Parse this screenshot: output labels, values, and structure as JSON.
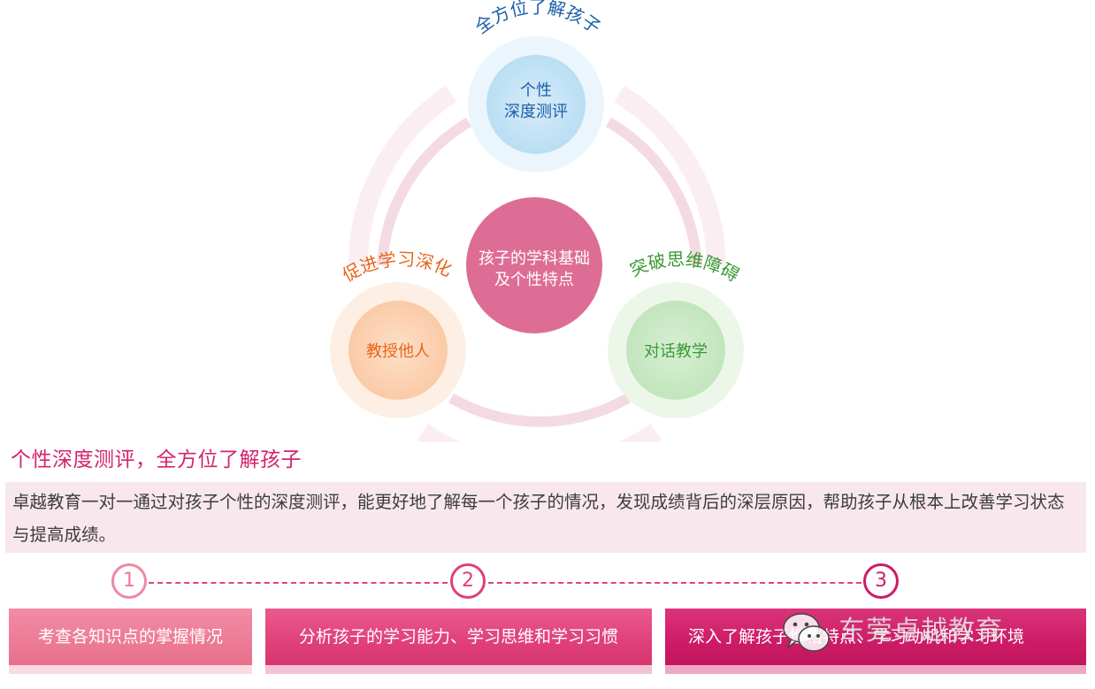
{
  "diagram": {
    "center_text": [
      "孩子的学科基础",
      "及个性特点"
    ],
    "nodes": {
      "top": {
        "label": [
          "个性",
          "深度测评"
        ],
        "caption": "全方位了解孩子",
        "color": "#1a5fa8"
      },
      "left": {
        "label": [
          "教授他人"
        ],
        "caption": "促进学习深化",
        "color": "#e8651a"
      },
      "right": {
        "label": [
          "对话教学"
        ],
        "caption": "突破思维障碍",
        "color": "#3a9a35"
      }
    }
  },
  "section": {
    "title": "个性深度测评，全方位了解孩子",
    "description": "卓越教育一对一通过对孩子个性的深度测评，能更好地了解每一个孩子的情况，发现成绩背后的深层原因，帮助孩子从根本上改善学习状态与提高成绩。"
  },
  "steps": [
    {
      "number": "1",
      "text": "考查各知识点的掌握情况"
    },
    {
      "number": "2",
      "text": "分析孩子的学习能力、学习思维和学习习惯"
    },
    {
      "number": "3",
      "text": "深入了解孩子性格特点、学习动机和学习环境"
    }
  ],
  "watermark": {
    "text": "东莞卓越教育"
  },
  "colors": {
    "accent": "#d3246e",
    "center": "#dd6d95",
    "step1": "#ec7b97",
    "step2": "#e0407a",
    "step3": "#cd1c66"
  }
}
